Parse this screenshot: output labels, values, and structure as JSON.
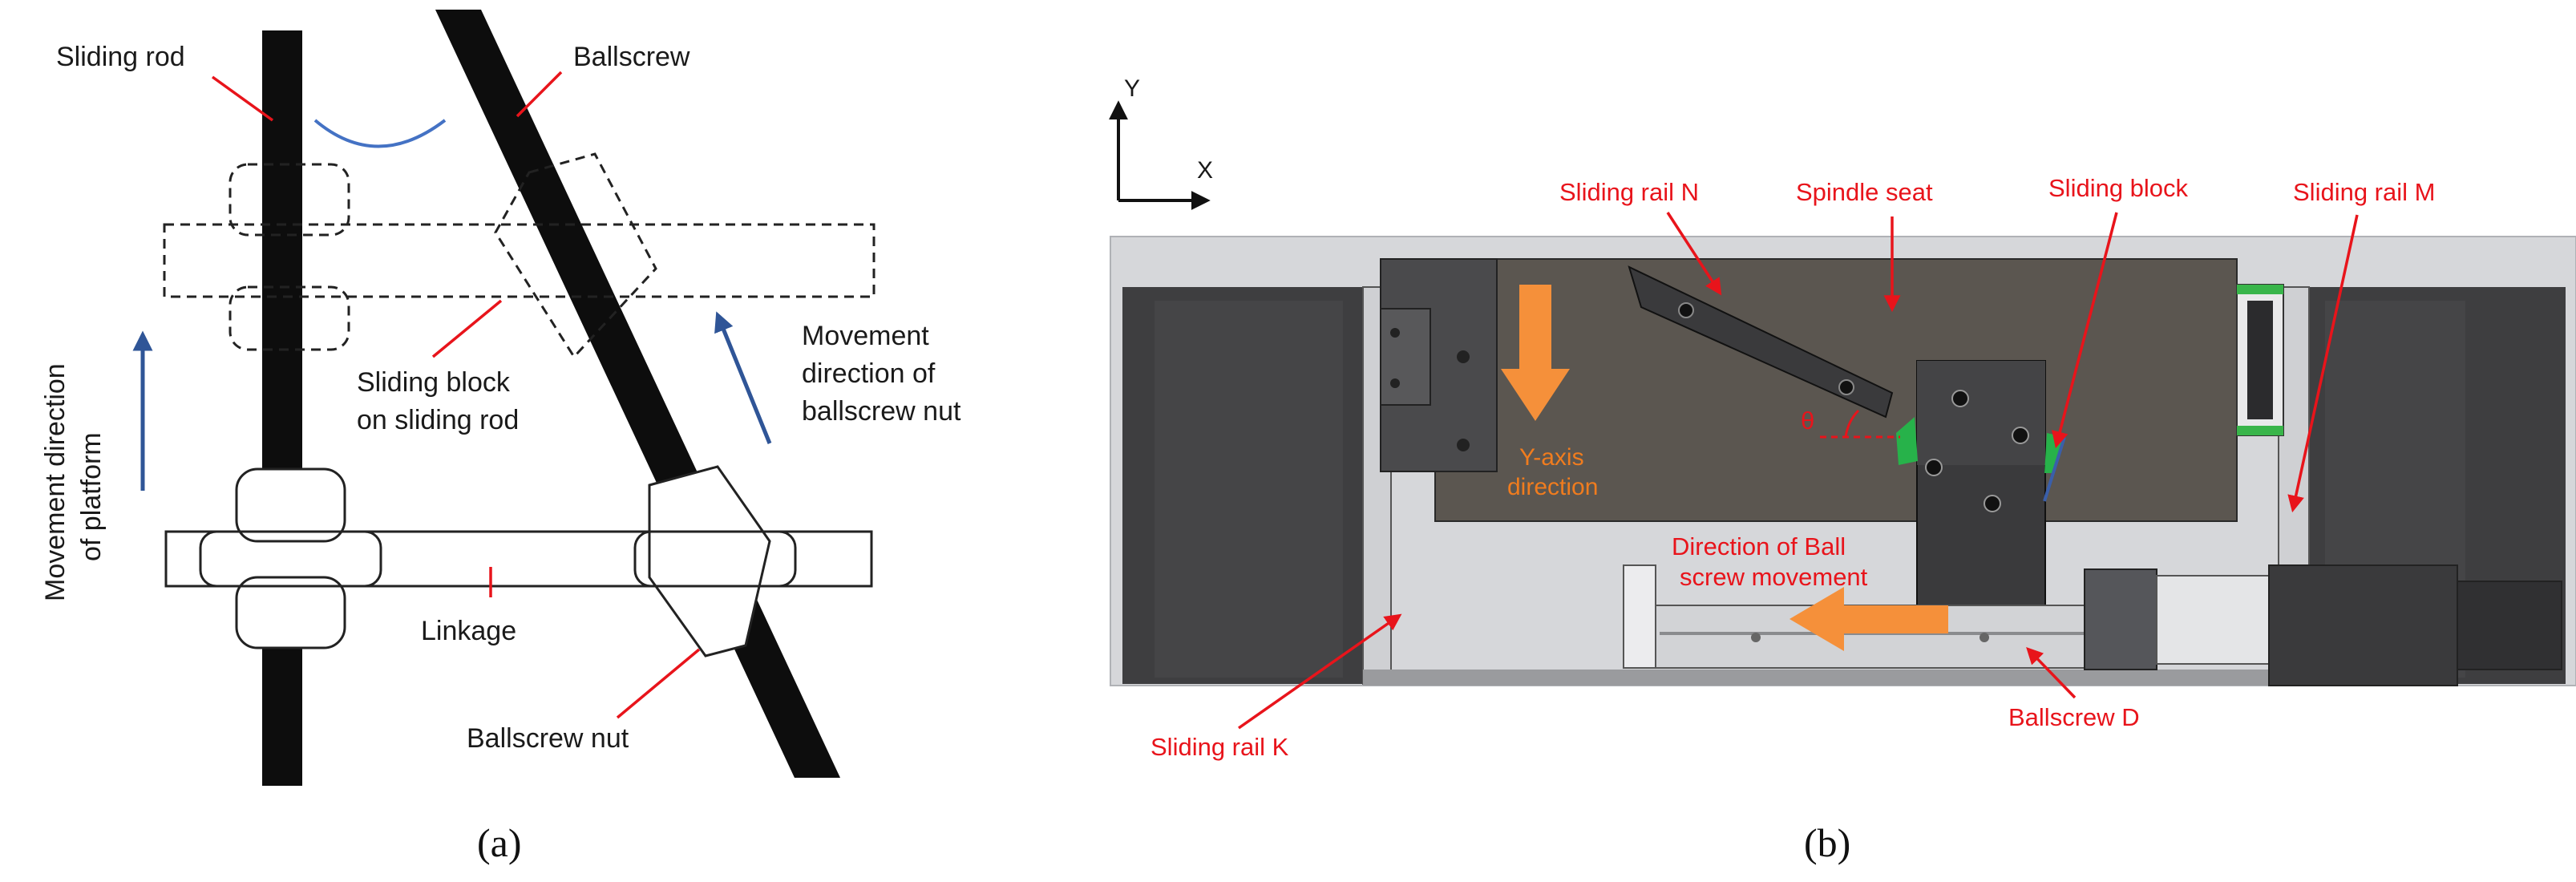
{
  "panel_a": {
    "caption": "(a)",
    "labels": {
      "sliding_rod": "Sliding rod",
      "ballscrew": "Ballscrew",
      "sliding_block_1": "Sliding block",
      "sliding_block_2": "on sliding rod",
      "movement_nut_1": "Movement",
      "movement_nut_2": "direction of",
      "movement_nut_3": "ballscrew nut",
      "movement_platform_1": "Movement direction",
      "movement_platform_2": "of platform",
      "linkage": "Linkage",
      "ballscrew_nut": "Ballscrew nut"
    }
  },
  "panel_b": {
    "caption": "(b)",
    "axes": {
      "y": "Y",
      "x": "X"
    },
    "labels": {
      "sliding_rail_n": "Sliding rail N",
      "spindle_seat": "Spindle seat",
      "sliding_block": "Sliding block",
      "sliding_rail_m": "Sliding rail M",
      "theta": "θ",
      "y_axis_1": "Y-axis",
      "y_axis_2": "direction",
      "ball_screw_move_1": "Direction of Ball",
      "ball_screw_move_2": "screw movement",
      "sliding_rail_k": "Sliding rail K",
      "ballscrew_d": "Ballscrew D"
    }
  },
  "colors": {
    "annotation_red": "#e8141b",
    "arrow_orange": "#f5903a",
    "arrow_blue": "#2f5597",
    "seat_brown": "#5b5650",
    "frame_gray": "#d6d7da"
  }
}
